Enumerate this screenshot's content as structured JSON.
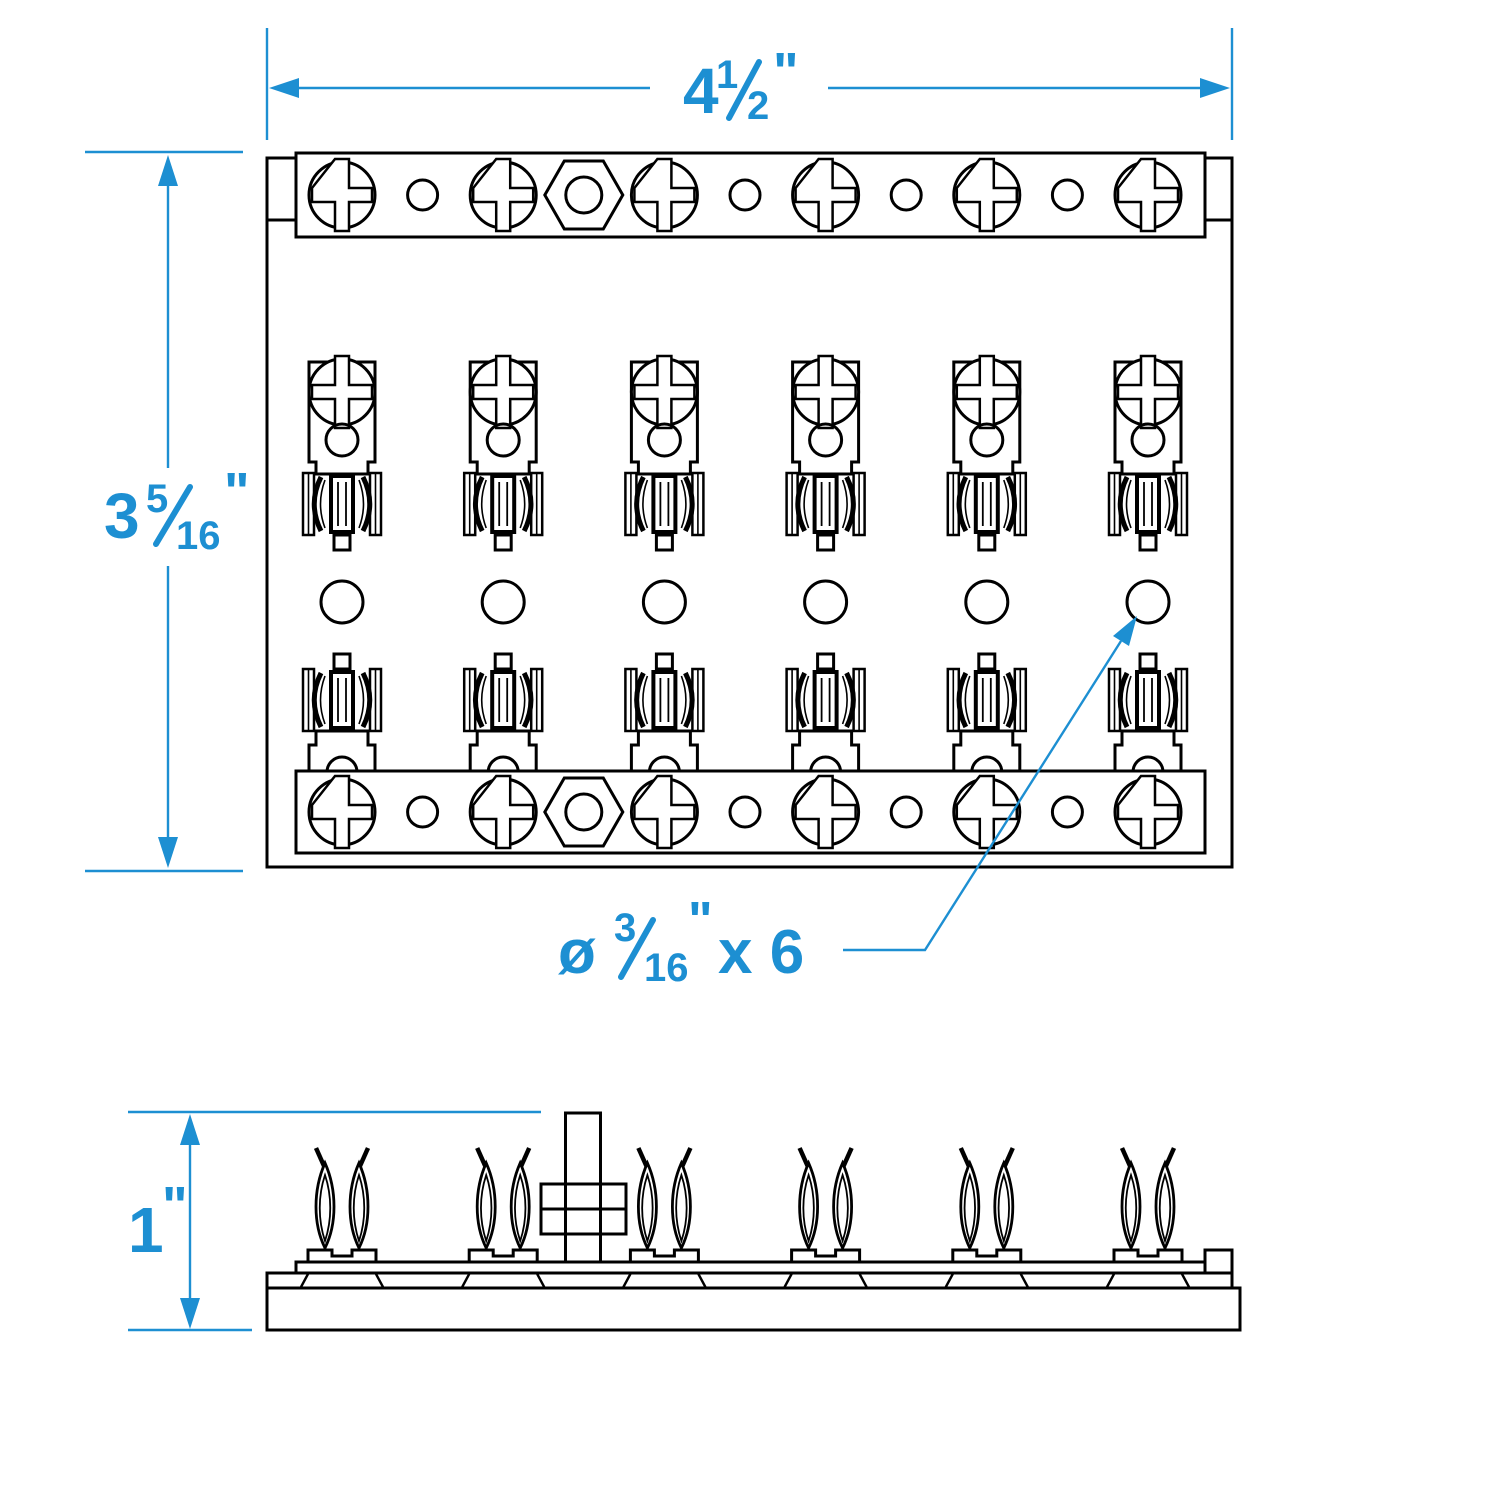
{
  "colors": {
    "dimension_blue": "#1d8fd2",
    "line_black": "#000000",
    "background": "#ffffff"
  },
  "drawing": {
    "fuse_positions": 6
  },
  "dimensions": {
    "width": {
      "whole": "4",
      "numerator": "1",
      "denominator": "2",
      "unit": "\""
    },
    "height": {
      "whole": "3",
      "numerator": "5",
      "denominator": "16",
      "unit": "\""
    },
    "side_height": {
      "whole": "1",
      "unit": "\""
    },
    "hole_note": {
      "symbol": "ø",
      "numerator": "3",
      "denominator": "16",
      "unit": "\"",
      "suffix": "x 6"
    }
  }
}
